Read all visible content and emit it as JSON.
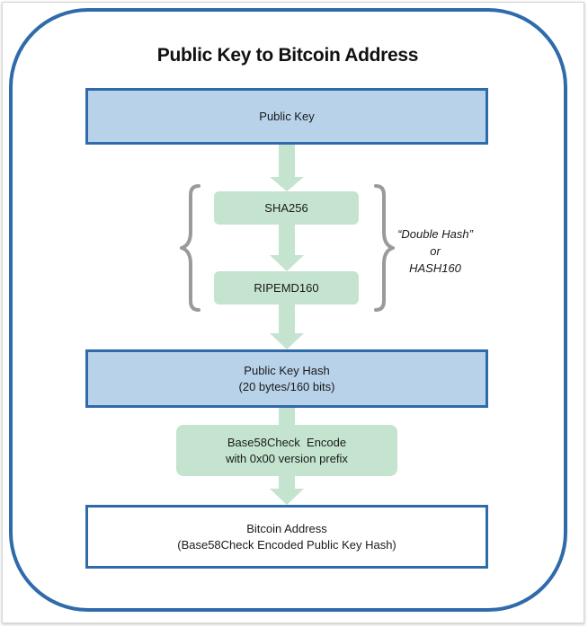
{
  "title": "Public Key to Bitcoin Address",
  "nodes": {
    "public_key": "Public Key",
    "sha256": "SHA256",
    "ripemd160": "RIPEMD160",
    "pubkey_hash_line1": "Public Key Hash",
    "pubkey_hash_line2": "(20 bytes/160 bits)",
    "encode_line1": "Base58Check  Encode",
    "encode_line2": "with 0x00 version prefix",
    "address_line1": "Bitcoin Address",
    "address_line2": "(Base58Check Encoded Public Key Hash)"
  },
  "annotation": {
    "line1": "“Double Hash”",
    "line2": "or",
    "line3": "HASH160"
  },
  "colors": {
    "border_blue": "#2f6bab",
    "box_blue": "#b8d2ea",
    "box_green": "#c4e4cf",
    "bracket_gray": "#9a9a9a"
  }
}
